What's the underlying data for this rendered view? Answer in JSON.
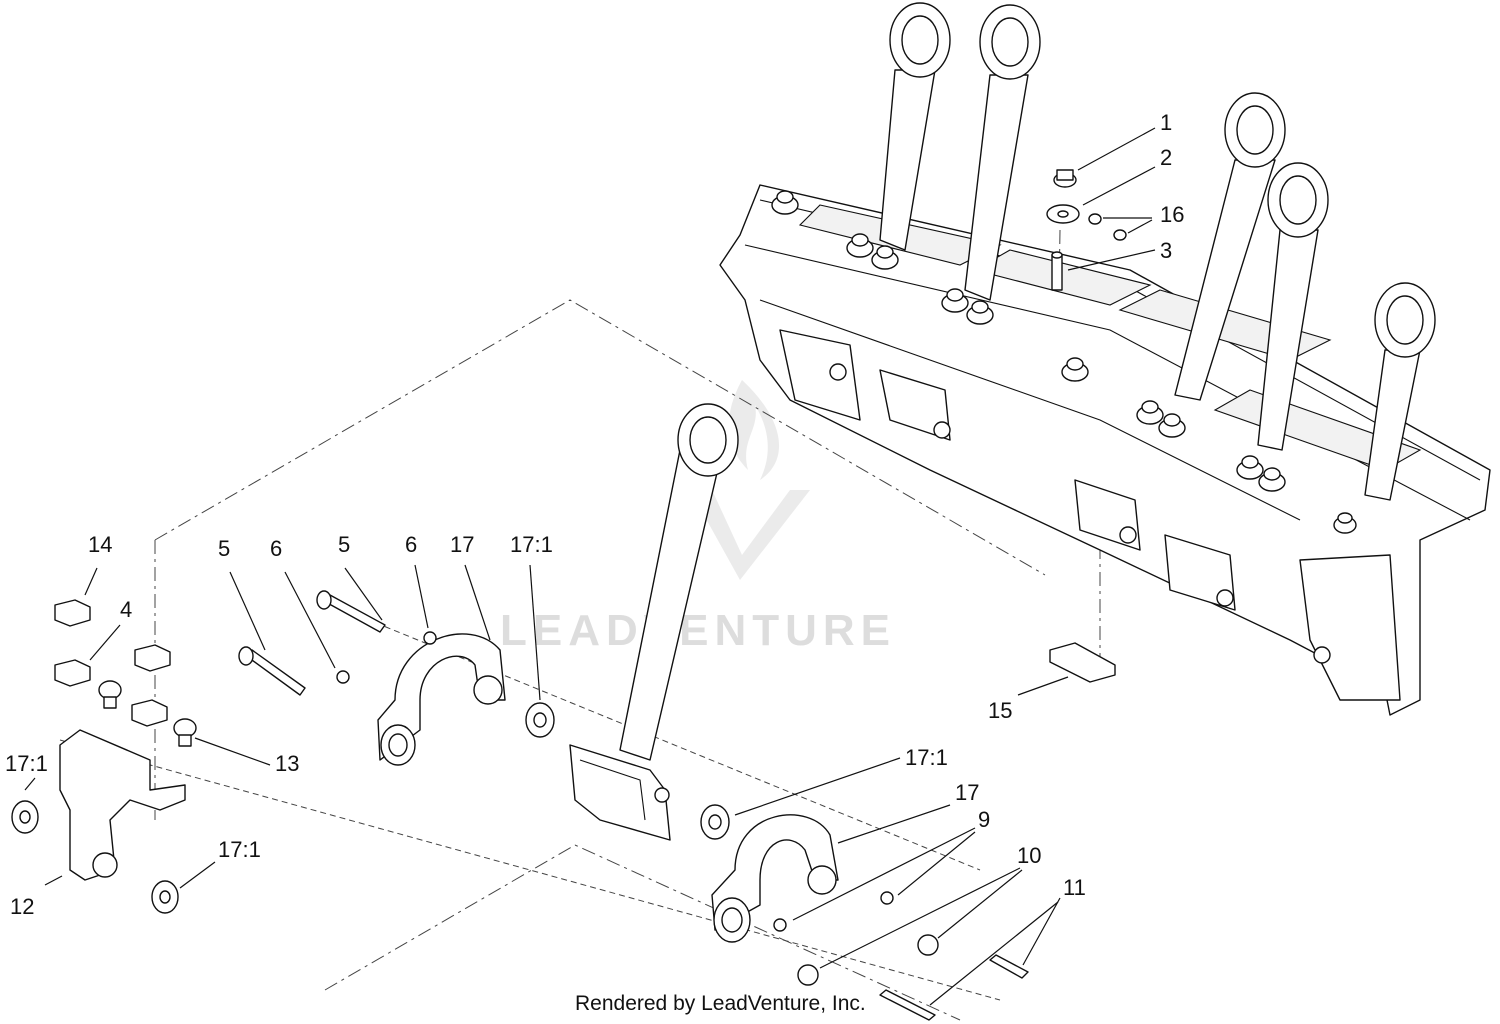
{
  "callouts": {
    "c1": "1",
    "c2": "2",
    "c3": "3",
    "c4": "4",
    "c5a": "5",
    "c5b": "5",
    "c6a": "6",
    "c6b": "6",
    "c9": "9",
    "c10": "10",
    "c11": "11",
    "c12": "12",
    "c13": "13",
    "c14": "14",
    "c15": "15",
    "c16": "16",
    "c17a": "17",
    "c17b": "17",
    "c171a": "17:1",
    "c171b": "17:1",
    "c171c": "17:1",
    "c171d": "17:1"
  },
  "credit": "Rendered by LeadVenture, Inc.",
  "watermark": "LEADVENTURE"
}
